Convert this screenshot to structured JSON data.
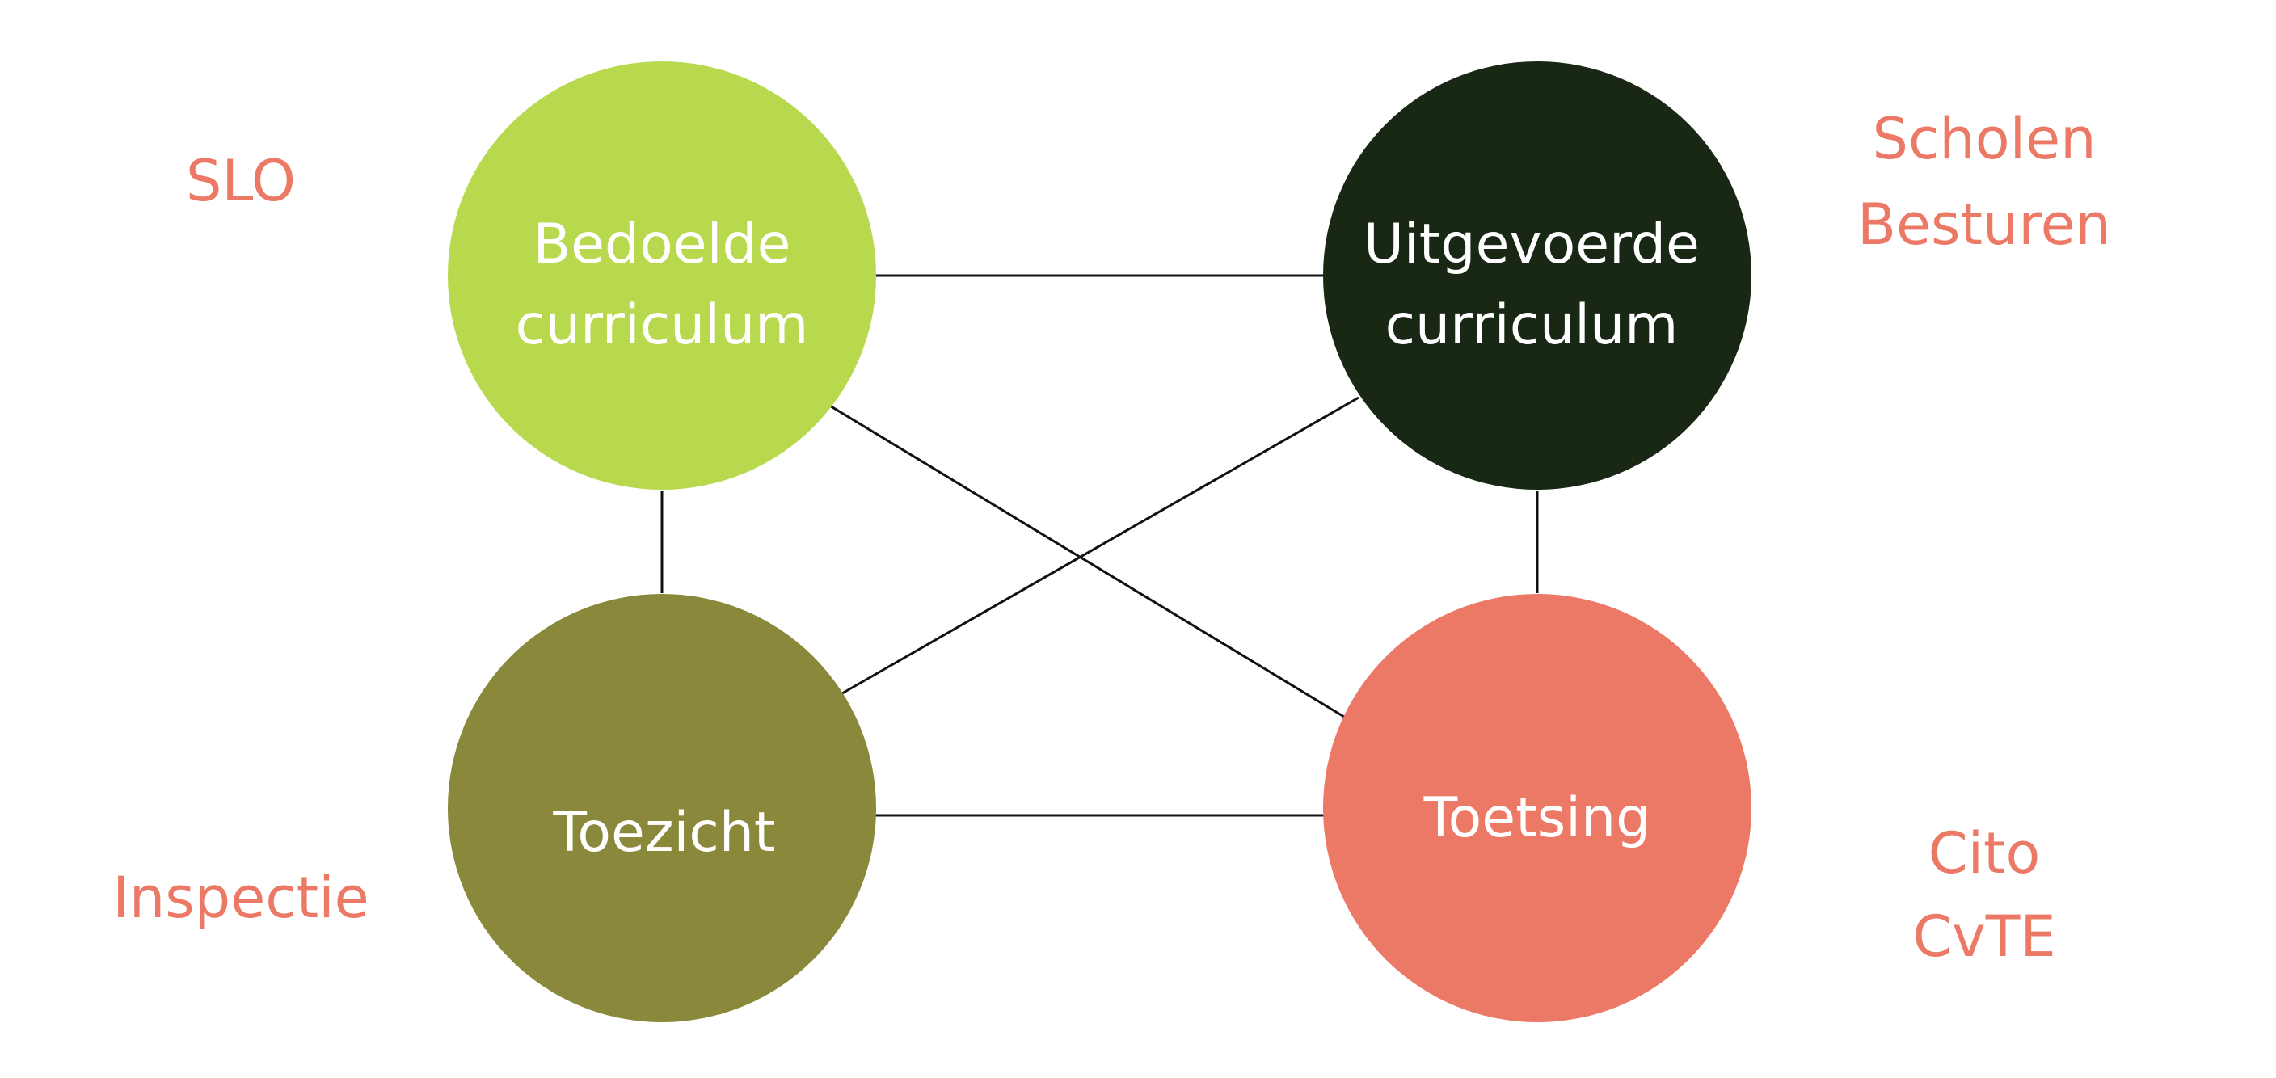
{
  "nodes": {
    "bedoelde": {
      "line1": "Bedoelde",
      "line2": "curriculum",
      "color": "#b8d94e"
    },
    "uitgevoerde": {
      "line1": "Uitgevoerde",
      "line2": "curriculum",
      "color": "#182815"
    },
    "toezicht": {
      "label": "Toezicht",
      "color": "#8a883a"
    },
    "toetsing": {
      "label": "Toetsing",
      "color": "#ec7866"
    }
  },
  "actors": {
    "slo": "SLO",
    "scholen": "Scholen",
    "besturen": "Besturen",
    "inspectie": "Inspectie",
    "cito": "Cito",
    "cvte": "CvTE"
  },
  "colors": {
    "actor_text": "#ec7866",
    "edge": "#111111"
  }
}
